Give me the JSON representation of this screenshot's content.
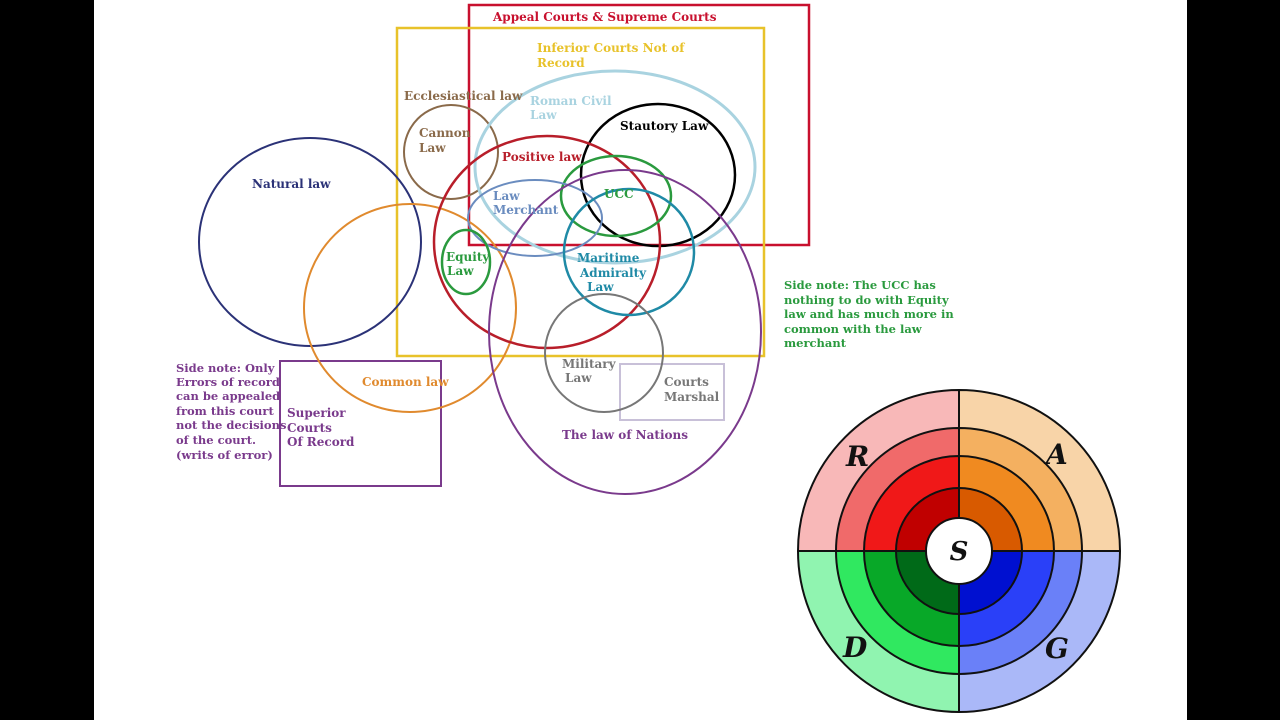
{
  "colors": {
    "background": "#000000",
    "sheet": "#ffffff",
    "appeal": "#c8102e",
    "inferior": "#e8c22a",
    "natural": "#2b3277",
    "common": "#e08a2e",
    "ecclesiastical": "#8a6a4a",
    "roman": "#a9d3e0",
    "statutory": "#000000",
    "positive": "#b81e2a",
    "ucc": "#2a9a3e",
    "merchant": "#6a8cbf",
    "equity": "#2a9a3e",
    "maritime": "#1f8aa6",
    "nations": "#7a3a8c",
    "military": "#777777",
    "marshal": "#c8c0d8",
    "superior": "#7a3a8c"
  },
  "labels": {
    "appeal_courts": "Appeal Courts & Supreme Courts",
    "inferior_line1": "Inferior Courts Not of",
    "inferior_line2": "Record",
    "ecclesiastical": "Ecclesiastical law",
    "roman_line1": "Roman Civil",
    "roman_line2": "Law",
    "statutory": "Stautory Law",
    "cannon_line1": "Cannon",
    "cannon_line2": "Law",
    "positive": "Positive law",
    "natural": "Natural law",
    "ucc": "UCC",
    "merchant_line1": "Law",
    "merchant_line2": "Merchant",
    "equity_line1": "Equity",
    "equity_line2": "Law",
    "maritime_line1": "Maritime",
    "maritime_line2": "Admiralty",
    "maritime_line3": "Law",
    "common": "Common law",
    "military_line1": "Military",
    "military_line2": "Law",
    "marshal_line1": "Courts",
    "marshal_line2": "Marshal",
    "nations": "The law of Nations",
    "superior_line1": "Superior",
    "superior_line2": "Courts",
    "superior_line3": "Of Record"
  },
  "notes": {
    "left": [
      "Side note: Only",
      "Errors of record",
      "can be appealed",
      "from this court",
      "not the decisions",
      "of the court.",
      "(writs of error)"
    ],
    "right": [
      "Side note: The UCC has",
      "nothing to do with Equity",
      "law and has much more in",
      "common with the law",
      "merchant"
    ]
  },
  "wheel": {
    "letters": {
      "top_left": "R",
      "top_right": "A",
      "bottom_left": "D",
      "bottom_right": "G",
      "center": "S"
    },
    "quadrants": {
      "top_left": [
        "#f8b8b8",
        "#f06a6a",
        "#f01818",
        "#c00000"
      ],
      "top_right": [
        "#f8d4a8",
        "#f4b060",
        "#f08a20",
        "#d85a00"
      ],
      "bottom_left": [
        "#90f4b0",
        "#30e860",
        "#08a828",
        "#006a18"
      ],
      "bottom_right": [
        "#aab8f8",
        "#6a80f8",
        "#2a40f8",
        "#0010d0"
      ]
    }
  }
}
